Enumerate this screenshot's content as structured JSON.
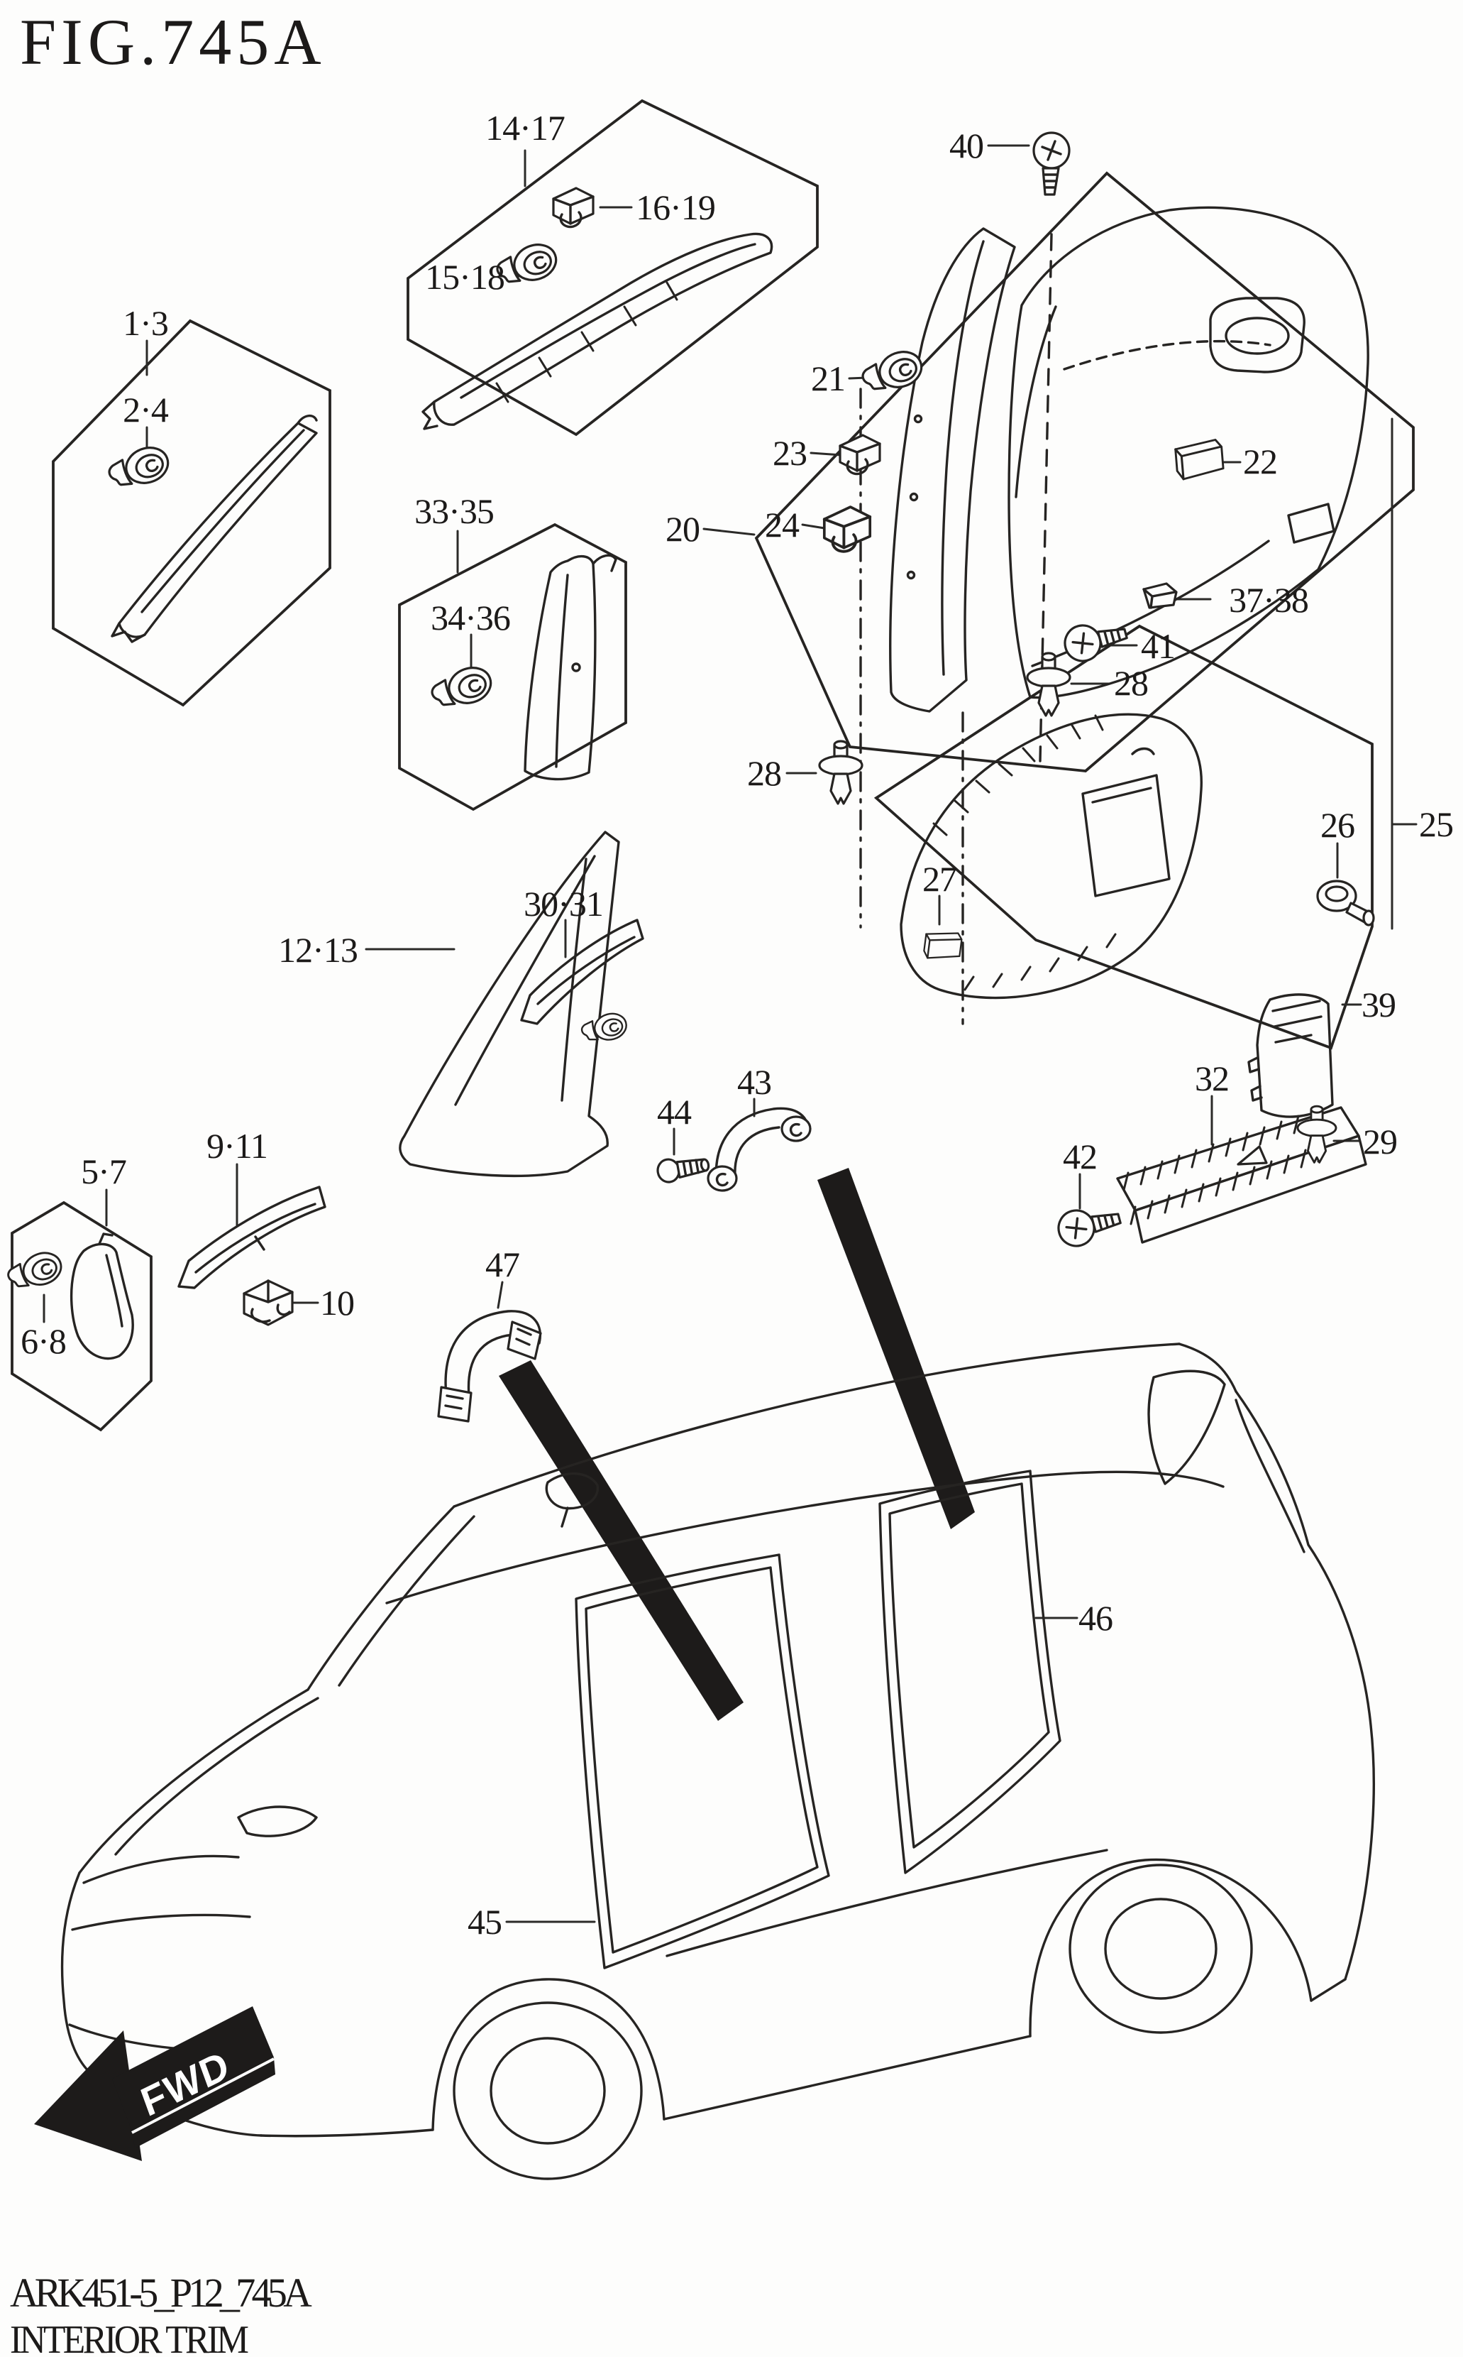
{
  "title": "FIG.745A",
  "fwd_label": "FWD",
  "footer": {
    "line1": "ARK451-5_P12_745A",
    "line2": "INTERIOR TRIM"
  },
  "diagram": {
    "description": "Exploded parts diagram of vehicle interior trim with callout numbers, grouped part boxes, fastener clips and screws, assist grips, scuff plates, and an SUV side outline with FWD direction arrow",
    "ink_color": "#262422",
    "background_color": "#fdfdfc",
    "arrow_color": "#1d1b1a"
  },
  "labels": [
    {
      "id": "l14_17",
      "text": "14·17"
    },
    {
      "id": "l16_19",
      "text": "16·19"
    },
    {
      "id": "l15_18",
      "text": "15·18"
    },
    {
      "id": "l1_3",
      "text": "1·3"
    },
    {
      "id": "l2_4",
      "text": "2·4"
    },
    {
      "id": "l33_35",
      "text": "33·35"
    },
    {
      "id": "l34_36",
      "text": "34·36"
    },
    {
      "id": "l20",
      "text": "20"
    },
    {
      "id": "l40",
      "text": "40"
    },
    {
      "id": "l21",
      "text": "21"
    },
    {
      "id": "l23",
      "text": "23"
    },
    {
      "id": "l24",
      "text": "24"
    },
    {
      "id": "l22",
      "text": "22"
    },
    {
      "id": "l37_38",
      "text": "37·38"
    },
    {
      "id": "l41",
      "text": "41"
    },
    {
      "id": "l28a",
      "text": "28"
    },
    {
      "id": "l28b",
      "text": "28"
    },
    {
      "id": "l26",
      "text": "26"
    },
    {
      "id": "l25",
      "text": "25"
    },
    {
      "id": "l27",
      "text": "27"
    },
    {
      "id": "l39",
      "text": "39"
    },
    {
      "id": "l12_13",
      "text": "12·13"
    },
    {
      "id": "l30_31",
      "text": "30·31"
    },
    {
      "id": "l44",
      "text": "44"
    },
    {
      "id": "l43",
      "text": "43"
    },
    {
      "id": "l32",
      "text": "32"
    },
    {
      "id": "l42",
      "text": "42"
    },
    {
      "id": "l29",
      "text": "29"
    },
    {
      "id": "l9_11",
      "text": "9·11"
    },
    {
      "id": "l5_7",
      "text": "5·7"
    },
    {
      "id": "l6_8",
      "text": "6·8"
    },
    {
      "id": "l10",
      "text": "10"
    },
    {
      "id": "l47",
      "text": "47"
    },
    {
      "id": "l46",
      "text": "46"
    },
    {
      "id": "l45",
      "text": "45"
    }
  ]
}
